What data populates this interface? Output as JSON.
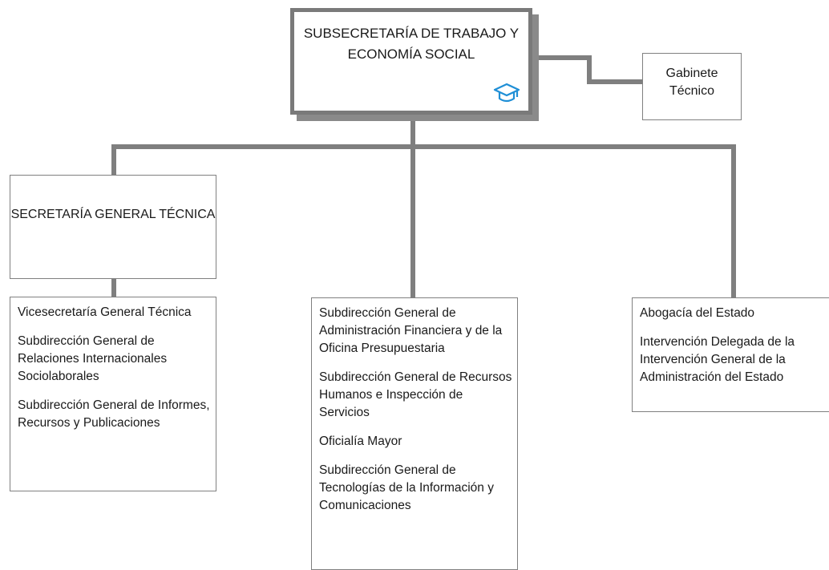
{
  "top_unit": {
    "title": "SUBSECRETARÍA DE TRABAJO Y ECONOMÍA SOCIAL",
    "icon": "graduation-cap-icon",
    "icon_color": "#1f8fd6"
  },
  "side_unit": {
    "title": "Gabinete Técnico"
  },
  "secretaria": {
    "title": "SECRETARÍA GENERAL TÉCNICA",
    "items": [
      "Vicesecretaría General Técnica",
      "Subdirección General de Relaciones Internacionales Sociolaborales",
      "Subdirección General de Informes, Recursos y Publicaciones"
    ]
  },
  "center_units": {
    "items": [
      "Subdirección General de Administración Financiera y de la Oficina Presupuestaria",
      "Subdirección General de Recursos Humanos e Inspección de Servicios",
      "Oficialía Mayor",
      "Subdirección General de Tecnologías de la Información y Comunicaciones"
    ]
  },
  "right_units": {
    "items": [
      "Abogacía del Estado",
      "Intervención Delegada de la Intervención General de la Administración del Estado"
    ]
  },
  "colors": {
    "connector": "#808080",
    "box_border": "#808080",
    "shadow": "#8a8a8a"
  }
}
